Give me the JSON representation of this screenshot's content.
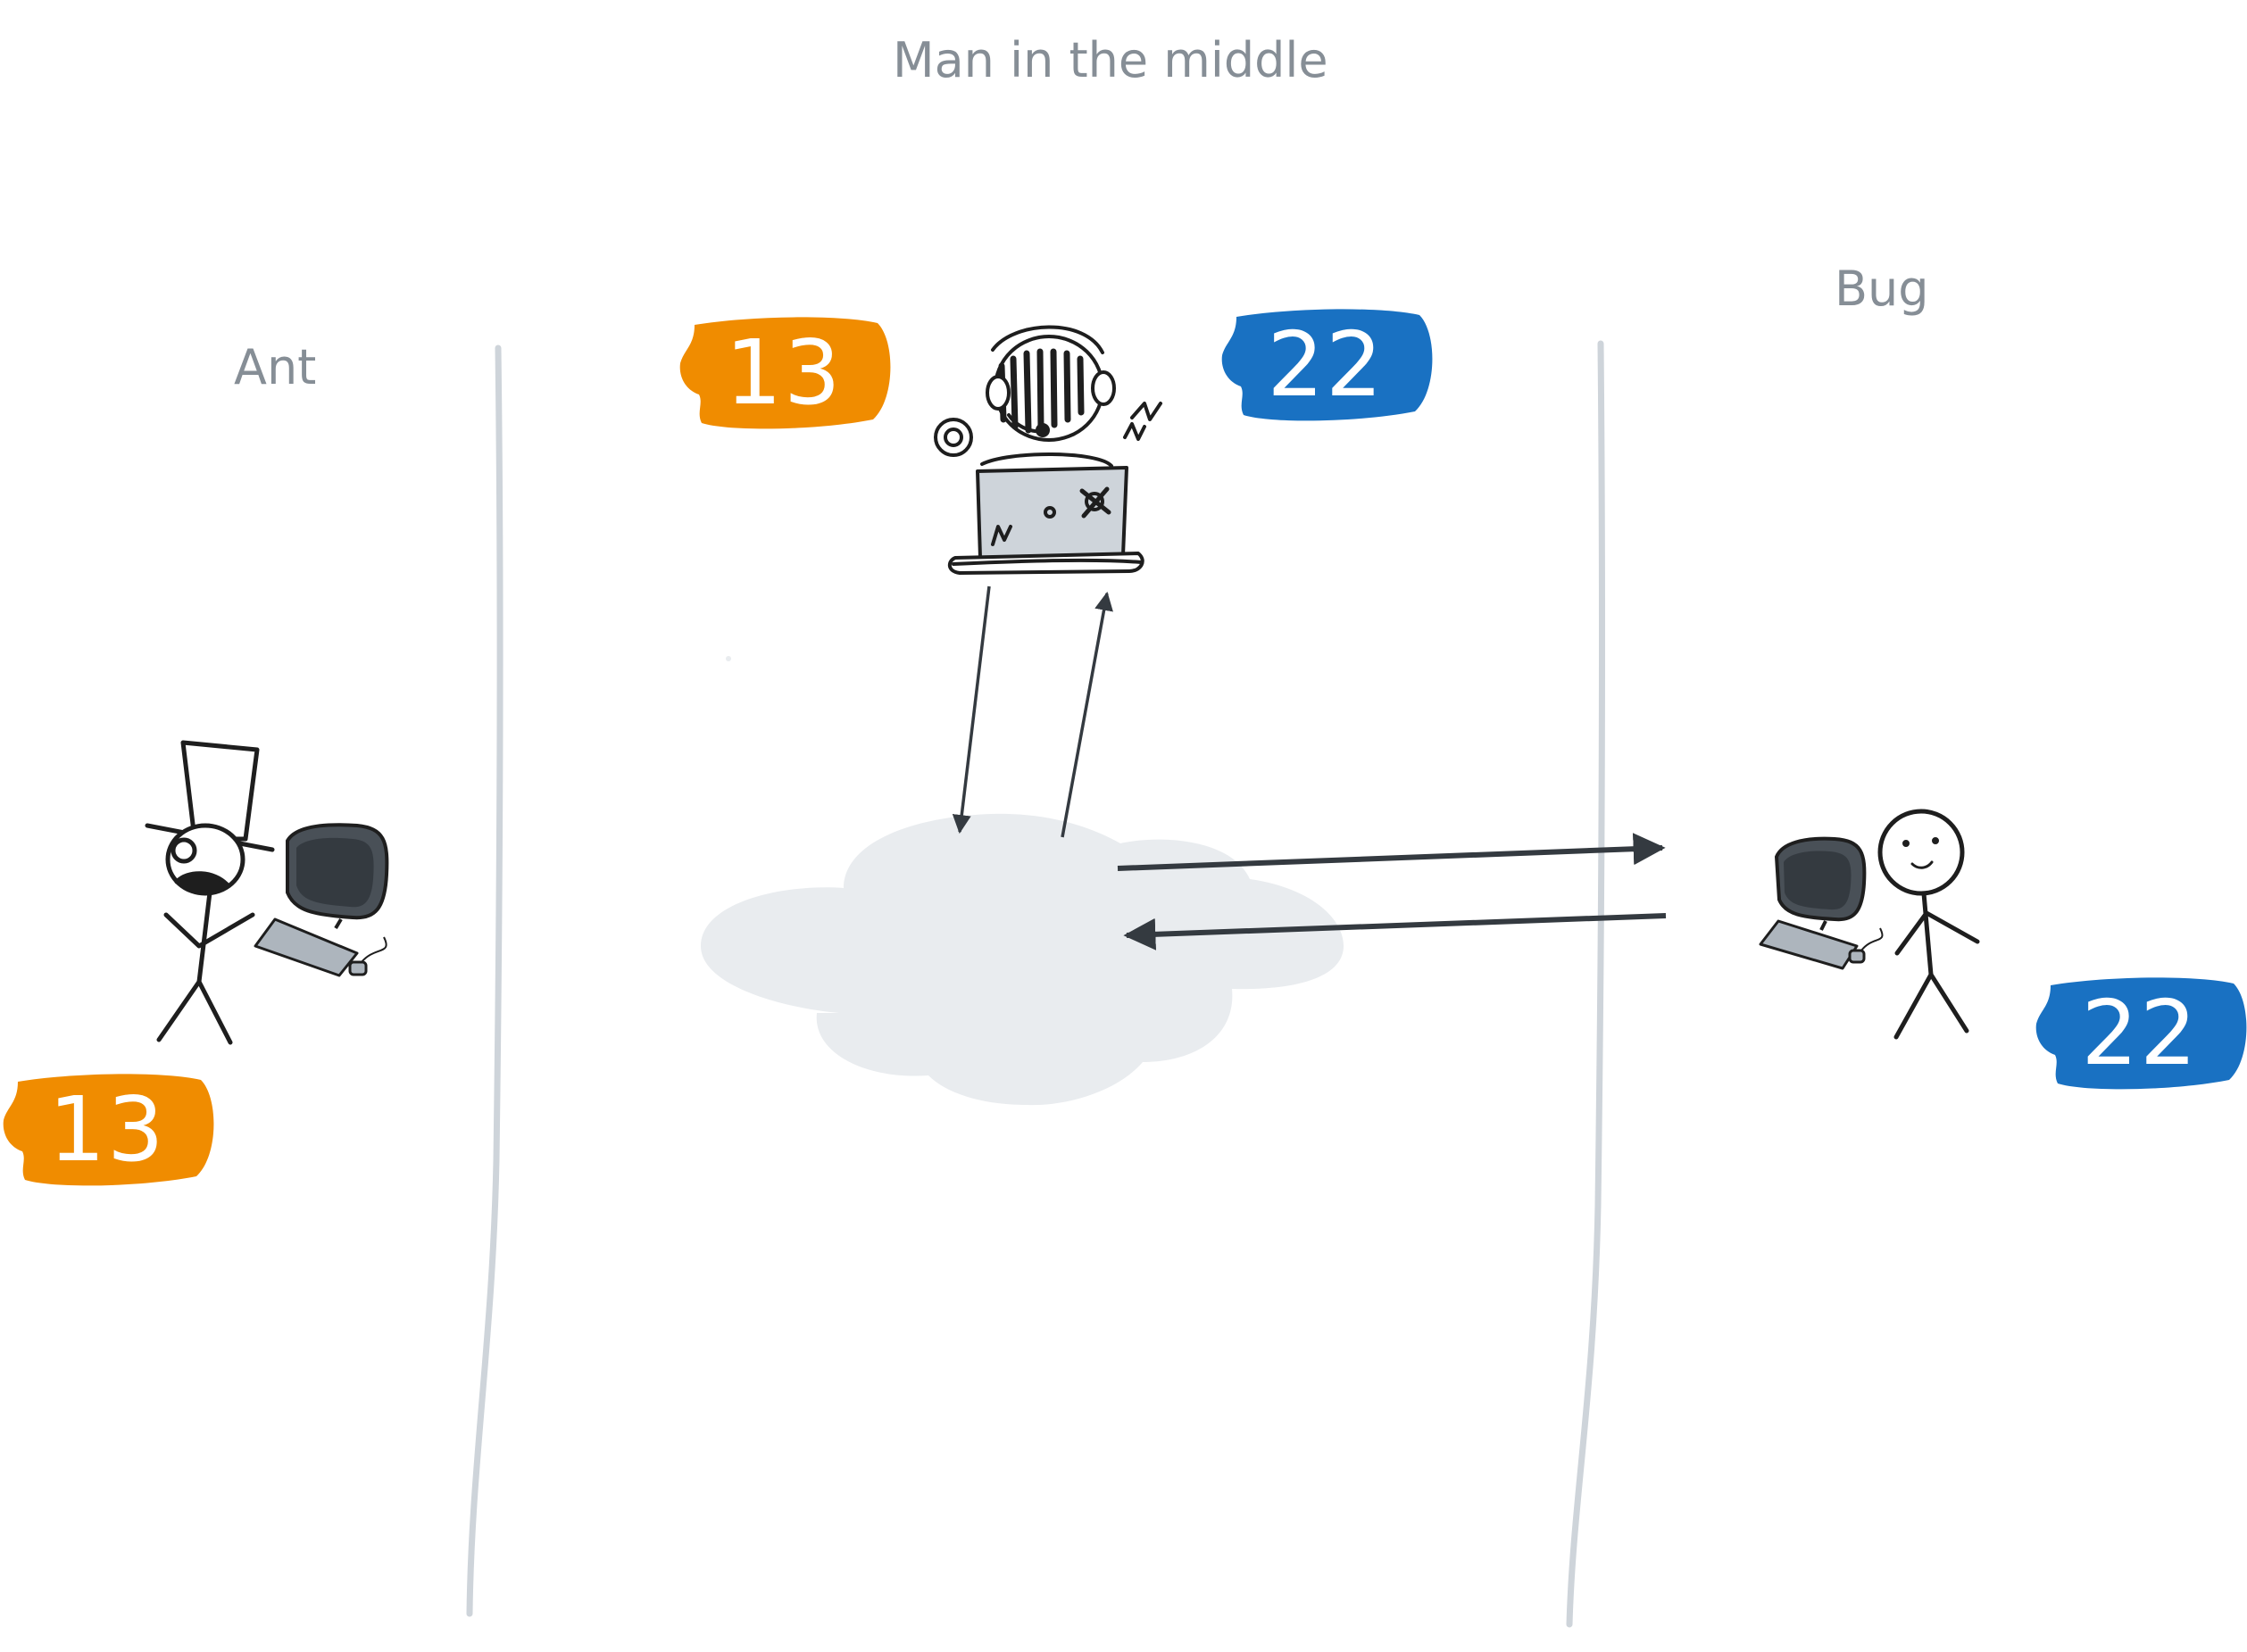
{
  "title": "Man in the middle",
  "parties": {
    "ant": {
      "label": "Ant",
      "number": "13",
      "color": "#f08c00"
    },
    "bug": {
      "label": "Bug",
      "number": "22",
      "color": "#1971c2"
    }
  },
  "attacker": {
    "number_a": "13",
    "number_b": "22"
  },
  "colors": {
    "line": "#ced4da",
    "cloud": "#e9ecef",
    "arrow": "#343a40",
    "ink": "#1e1e1e",
    "text": "#868e96"
  },
  "icons": [
    "top-hat-person-icon",
    "computer-icon",
    "hacker-icon",
    "laptop-icon",
    "cloud-icon",
    "stick-person-icon"
  ]
}
